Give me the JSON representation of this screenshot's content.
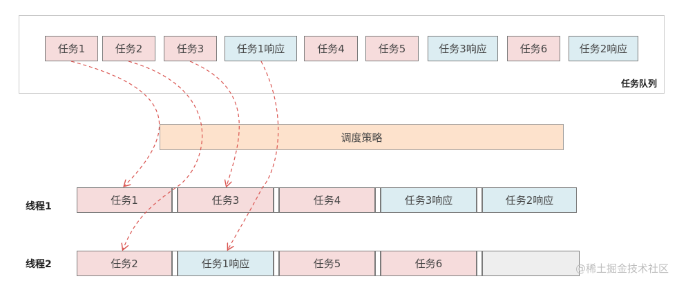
{
  "queue": {
    "title": "任务队列",
    "items": [
      {
        "label": "任务1",
        "kind": "task"
      },
      {
        "label": "任务2",
        "kind": "task"
      },
      {
        "label": "任务3",
        "kind": "task"
      },
      {
        "label": "任务1响应",
        "kind": "response"
      },
      {
        "label": "任务4",
        "kind": "task"
      },
      {
        "label": "任务5",
        "kind": "task"
      },
      {
        "label": "任务3响应",
        "kind": "response"
      },
      {
        "label": "任务6",
        "kind": "task"
      },
      {
        "label": "任务2响应",
        "kind": "response"
      }
    ]
  },
  "strategy": {
    "label": "调度策略"
  },
  "threads": [
    {
      "label": "线程1",
      "slots": [
        {
          "label": "任务1",
          "kind": "task"
        },
        {
          "label": "任务3",
          "kind": "task"
        },
        {
          "label": "任务4",
          "kind": "task"
        },
        {
          "label": "任务3响应",
          "kind": "response"
        },
        {
          "label": "任务2响应",
          "kind": "response"
        }
      ]
    },
    {
      "label": "线程2",
      "slots": [
        {
          "label": "任务2",
          "kind": "task"
        },
        {
          "label": "任务1响应",
          "kind": "response"
        },
        {
          "label": "任务5",
          "kind": "task"
        },
        {
          "label": "任务6",
          "kind": "task"
        },
        {
          "label": "",
          "kind": "empty"
        }
      ]
    }
  ],
  "watermark": "@稀土掘金技术社区",
  "colors": {
    "task_fill": "#f6dcdc",
    "response_fill": "#dcedf2",
    "strategy_fill": "#fde2cc",
    "empty_fill": "#eeeeee",
    "arrow": "#d9534f"
  }
}
